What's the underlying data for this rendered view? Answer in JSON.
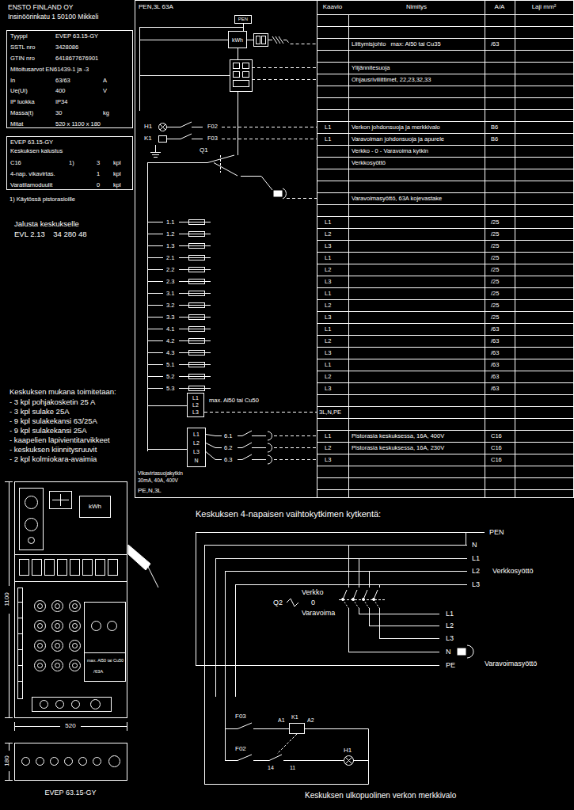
{
  "diagram": {
    "nodes": [
      {
        "text": [
          "Tyyppi",
          "EVEP 63.15-GY",
          "SSTL nro",
          "3428086",
          "GTIN nro",
          "6418677676901",
          "Mitoitusarvot EN61439-1 ja -3",
          "In",
          "63/63",
          "A",
          "Ue(Ui)",
          "400",
          "V",
          "IP luokka",
          "IP34",
          "Massa(t)",
          "30",
          "kg",
          "Mitat",
          "520 x 1100 x 180"
        ]
      },
      {
        "text": [
          "EVEP 63.15-GY",
          "Keskuksen kalustus",
          "C16",
          "1)",
          "3",
          "kpl",
          "4-nap. vikavirtas.",
          "1",
          "kpl",
          "Varatilamoduulit",
          "0",
          "kpl"
        ]
      },
      {
        "text": [
          "PEN"
        ]
      },
      {
        "text": [
          "kWh"
        ]
      },
      {
        "text": [
          "L1",
          "L2",
          "L3"
        ]
      },
      {
        "text": [
          "L1",
          "L2",
          "L3",
          "N"
        ]
      },
      {
        "text": [
          "kWh"
        ]
      },
      {
        "text": [
          "K1",
          "A1",
          "A2"
        ]
      }
    ],
    "labels": [
      "ENSTO FINLAND OY",
      "Insinöörinkatu 1 50100 Mikkeli",
      "1) Käytössä pistorasioille",
      "Jalusta keskukselle",
      "EVL 2.13    34 280 48",
      "Keskuksen mukana toimitetaan:",
      "- 3 kpl pohjakosketin 25 A",
      "- 3 kpl sulake 25A",
      "- 9 kpl sulakekansi 63/25A",
      "- 9 kpl sulakekansi 25A",
      "- kaapelien läpivientitarvikkeet",
      "- keskuksen kiinnitysruuvit",
      "- 2 kpl kolmiokara-avaimia",
      "1100",
      "520",
      "180",
      "EVEP 63.15-GY",
      "max. Al50 tai Cu50",
      "/63A",
      "PEN,3L 63A",
      "H1",
      "K1",
      "F02",
      "F03",
      "Q1",
      "1.1",
      "1.2",
      "1.3",
      "2.1",
      "2.2",
      "2.3",
      "3.1",
      "3.2",
      "3.3",
      "4.1",
      "4.2",
      "4.3",
      "5.1",
      "5.2",
      "5.3",
      "max. Al50 tai Cu50",
      "6.1",
      "6.2",
      "6.3",
      "Vikavirtasuojakytkin",
      "30mA, 40A, 400V",
      "PE,N,3L",
      "Kaavio",
      "Nimitys",
      "A/A",
      "Laji mm²",
      "Liittymisjohto   max: Al50 tai Cu35",
      "/63",
      "Ylijännitesuoja",
      "Ohjausriviliittimet, 22,23,32,33",
      "L1",
      "Verkon johdonsuoja ja merkkivalo",
      "B6",
      "L1",
      "Varavoiman johdonsuoja ja apurele",
      "B6",
      "Verkko - 0 - Varavoima kytkin",
      "Verkkosyöttö",
      "Varavoimasyöttö, 63A kojevastake",
      "L1",
      "/25",
      "L2",
      "/25",
      "L3",
      "/25",
      "L1",
      "/25",
      "L2",
      "/25",
      "L3",
      "/25",
      "L1",
      "/25",
      "L2",
      "/25",
      "L3",
      "/25",
      "L1",
      "/63",
      "L2",
      "/63",
      "L3",
      "/63",
      "L1",
      "/63",
      "L2",
      "/63",
      "L3",
      "/63",
      "3L,N,PE",
      "L1",
      "Pistorasia keskuksessa, 16A, 400V",
      "C16",
      "L2",
      "Pistorasia keskuksessa, 16A, 230V",
      "C16",
      "L3",
      "C16",
      "Keskuksen 4-napaisen vaihtokytkimen kytkentä:",
      "PEN",
      "N",
      "L1",
      "L2",
      "Verkkosyöttö",
      "L3",
      "Q2",
      "Verkko",
      "0",
      "Varavoima",
      "L1",
      "L2",
      "L3",
      "N",
      "PE",
      "Varavoimasyöttö",
      "F03",
      "F02",
      "14",
      "11",
      "H1",
      "Keskuksen ulkopuolinen verkon merkkivalo"
    ]
  }
}
